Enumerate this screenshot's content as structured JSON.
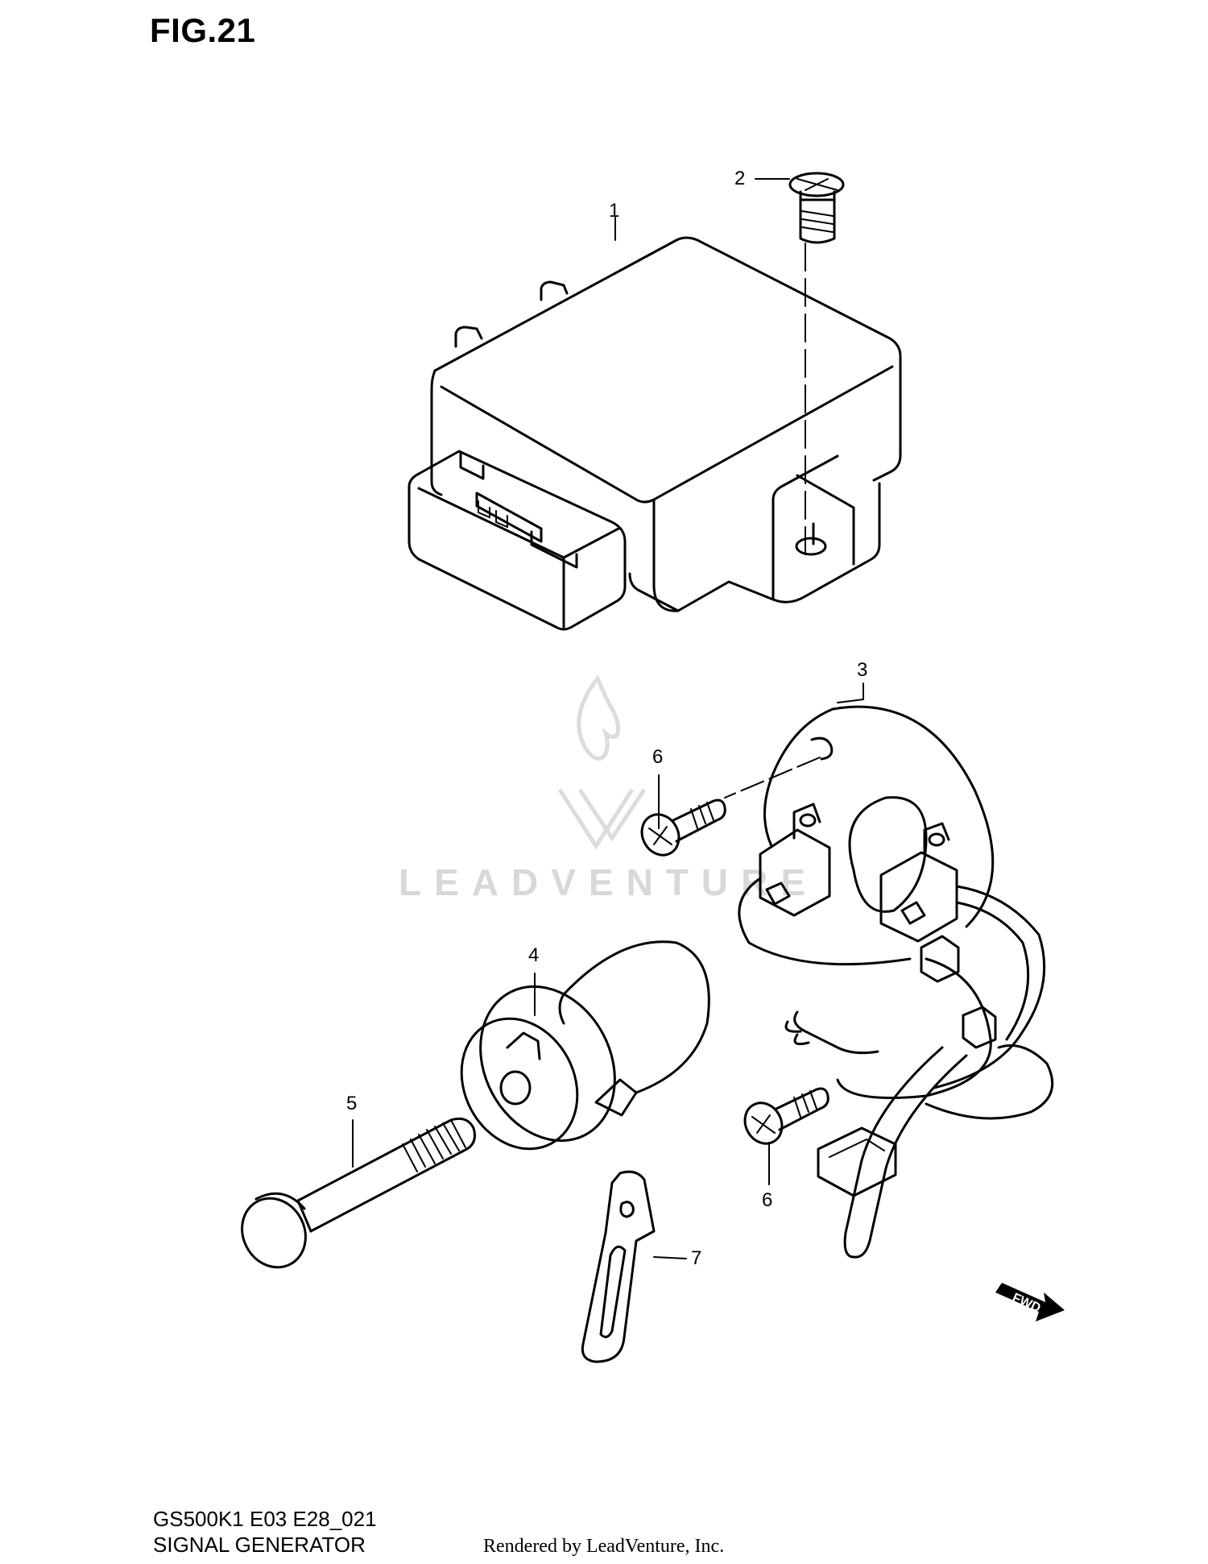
{
  "figure": {
    "title": "FIG.21"
  },
  "callouts": [
    {
      "id": "1",
      "text": "1"
    },
    {
      "id": "2",
      "text": "2"
    },
    {
      "id": "3",
      "text": "3"
    },
    {
      "id": "4",
      "text": "4"
    },
    {
      "id": "5",
      "text": "5"
    },
    {
      "id": "6a",
      "text": "6"
    },
    {
      "id": "6b",
      "text": "6"
    },
    {
      "id": "7",
      "text": "7"
    }
  ],
  "arrow": {
    "text": "FWD"
  },
  "watermark": {
    "text": "LEADVENTURE"
  },
  "footer": {
    "model_code": "GS500K1 E03 E28_021",
    "section_name": "SIGNAL GENERATOR",
    "rendered_by": "Rendered by LeadVenture, Inc."
  }
}
